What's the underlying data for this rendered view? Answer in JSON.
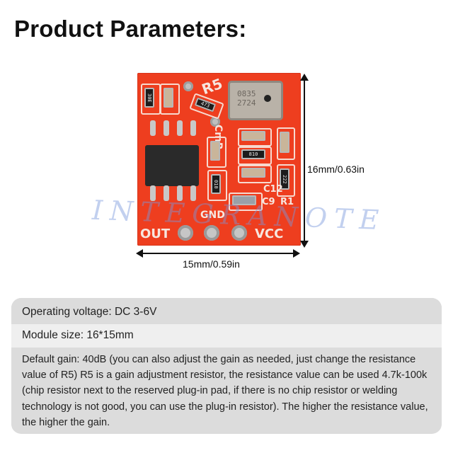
{
  "header": {
    "title": "Product Parameters:"
  },
  "product_image": {
    "alt": "Red microphone amplifier module PCB",
    "pcb_color": "#ee3e1f",
    "silkscreen_labels": {
      "r5": "R5",
      "cmr": "CmR",
      "c12": "C12",
      "c9": "C9",
      "r1": "R1",
      "gnd": "GND",
      "out": "OUT",
      "vcc": "VCC"
    },
    "component_markings": {
      "res_left": "30E",
      "res_r5": "473",
      "res_mid": "810",
      "res_low": "010",
      "res_r1": "222",
      "mic_line1": "0835",
      "mic_line2": "2724"
    },
    "watermark": "INTEGRANOTE"
  },
  "dimensions": {
    "height": "16mm/0.63in",
    "width": "15mm/0.59in"
  },
  "parameters": [
    {
      "text": "Operating voltage: DC 3-6V"
    },
    {
      "text": "Module size: 16*15mm"
    },
    {
      "text": "Default gain: 40dB (you can also adjust the gain as needed, just change the resistance value of R5) R5 is a gain adjustment resistor, the resistance value can be used 4.7k-100k (chip resistor next to the reserved plug-in pad, if there is no chip resistor or welding technology is not good, you can use the plug-in resistor). The higher the resistance value, the higher the gain."
    }
  ]
}
